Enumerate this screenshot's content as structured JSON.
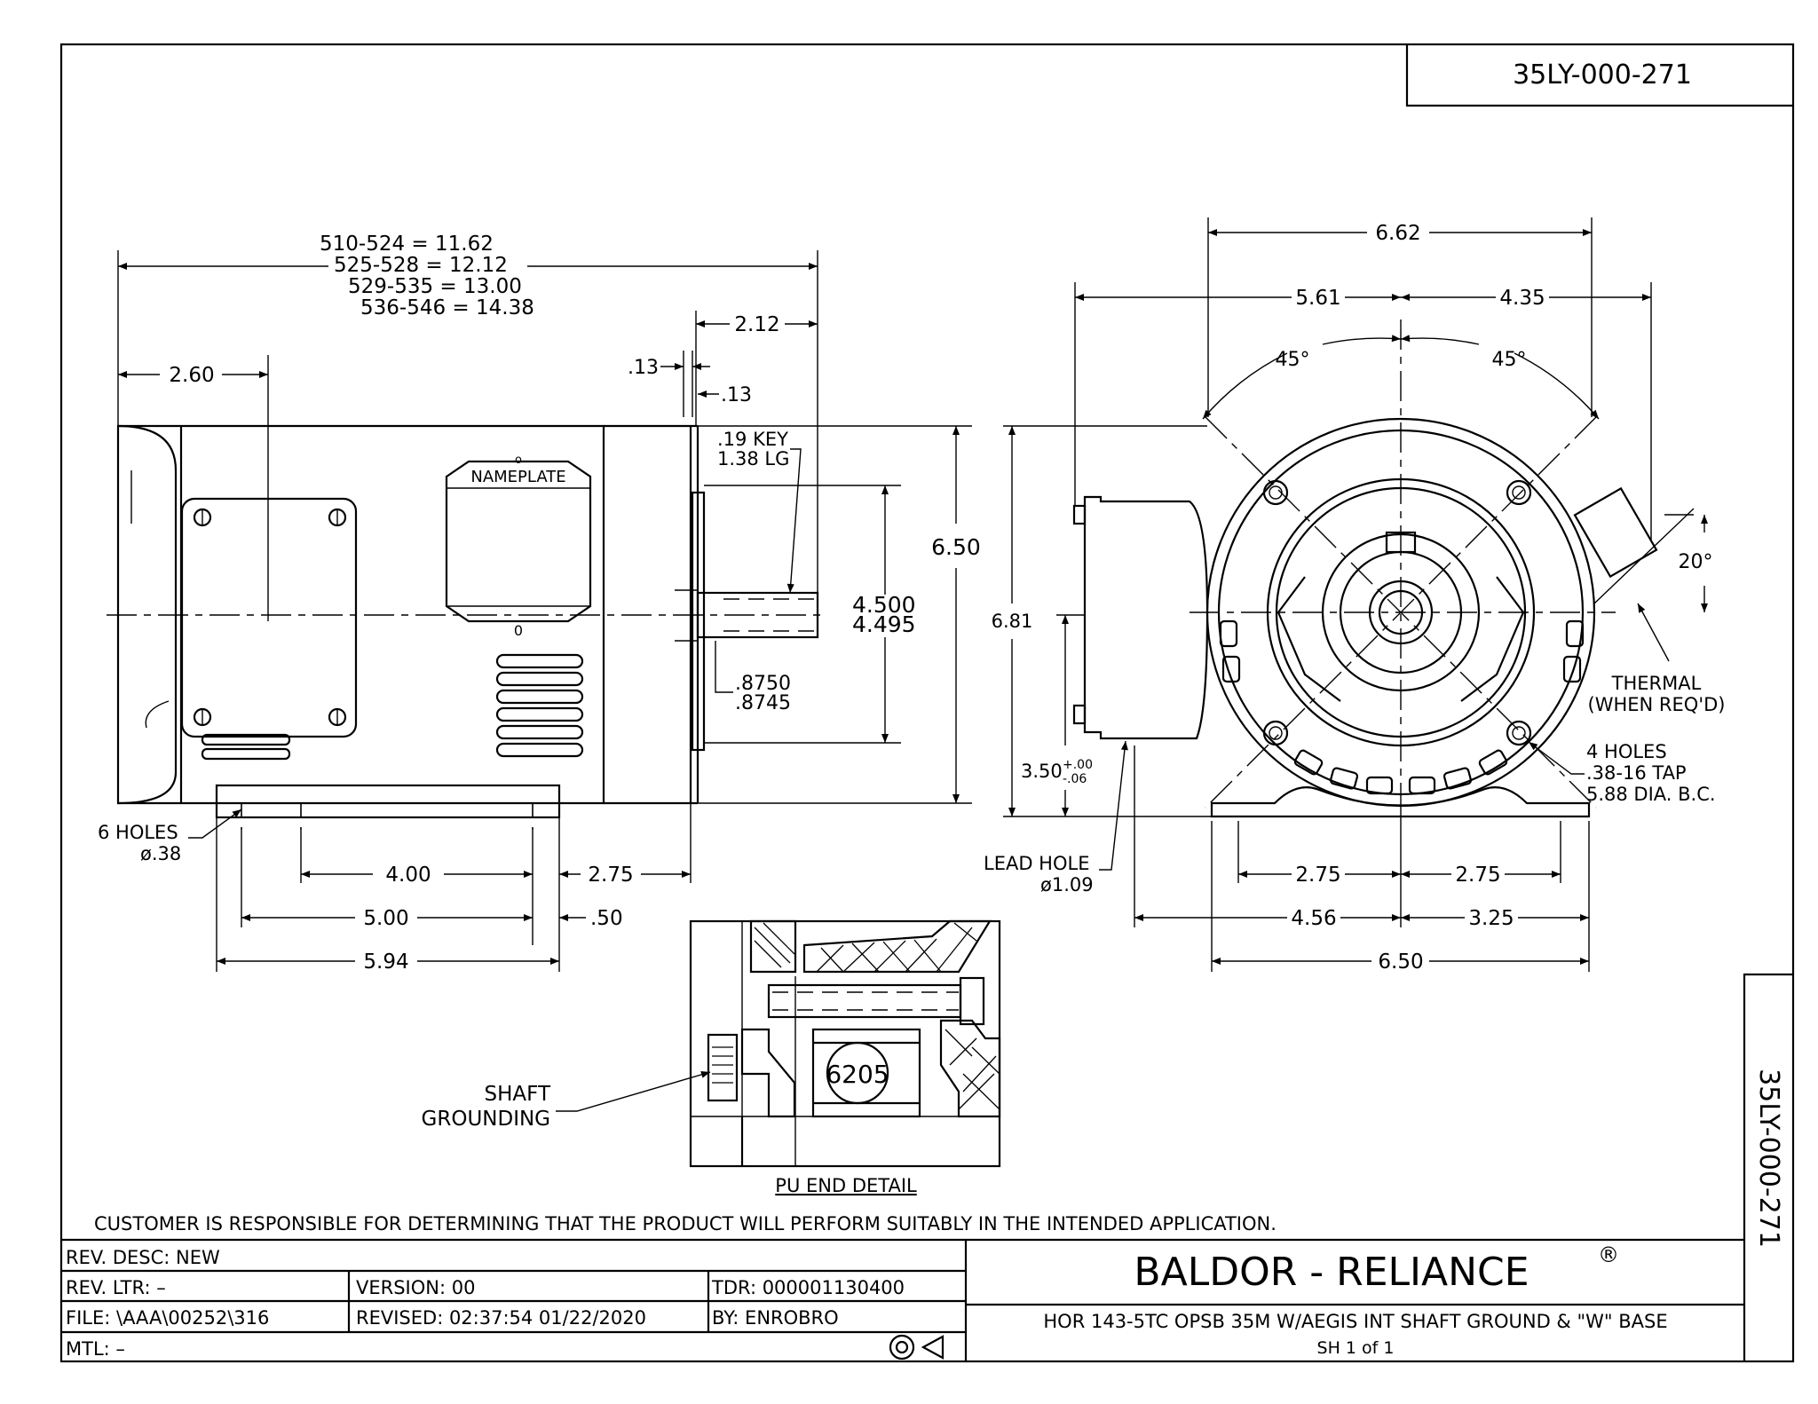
{
  "drawing_number": "35LY-000-271",
  "side_view": {
    "length_table": [
      "510-524 = 11.62",
      "525-528 = 12.12",
      "529-535 = 13.00",
      "536-546 = 14.38"
    ],
    "dim_2_12": "2.12",
    "dim_2_60": "2.60",
    "dim_13_a": ".13",
    "dim_13_b": ".13",
    "key": ".19 KEY",
    "key_length": "1.38 LG",
    "nameplate": "NAMEPLATE",
    "nameplate_o": "o",
    "nameplate_0": "0",
    "dim_6_50": "6.50",
    "pilot_max": "4.500",
    "pilot_min": "4.495",
    "shaft_max": ".8750",
    "shaft_min": ".8745",
    "holes": "6 HOLES",
    "hole_dia": "ø.38",
    "dim_4_00": "4.00",
    "dim_2_75": "2.75",
    "dim_5_00": "5.00",
    "dim_50": ".50",
    "dim_5_94": "5.94"
  },
  "end_view": {
    "dim_6_62": "6.62",
    "dim_5_61": "5.61",
    "dim_4_35": "4.35",
    "angle_left": "45°",
    "angle_right": "45°",
    "angle_20": "20°",
    "dim_6_81": "6.81",
    "dim_3_50": "3.50",
    "tol_plus": "+.00",
    "tol_minus": "-.06",
    "thermal": "THERMAL",
    "thermal_note": "(WHEN REQ'D)",
    "tap_holes": "4 HOLES",
    "tap_size": ".38-16 TAP",
    "tap_bc": "5.88 DIA. B.C.",
    "lead_hole": "LEAD HOLE",
    "lead_dia": "ø1.09",
    "dim_2_75_l": "2.75",
    "dim_2_75_r": "2.75",
    "dim_4_56": "4.56",
    "dim_3_25": "3.25",
    "dim_6_50": "6.50"
  },
  "detail": {
    "bearing": "6205",
    "title": "PU END DETAIL",
    "shaft_ground_1": "SHAFT",
    "shaft_ground_2": "GROUNDING"
  },
  "notice": "CUSTOMER IS RESPONSIBLE FOR DETERMINING THAT THE PRODUCT WILL PERFORM SUITABLY IN THE INTENDED APPLICATION.",
  "title_block": {
    "rev_desc": "REV. DESC:  NEW",
    "rev_ltr": "REV. LTR:  –",
    "version": "VERSION: 00",
    "tdr": "TDR: 000001130400",
    "file": "FILE: \\AAA\\00252\\316",
    "revised": "REVISED: 02:37:54 01/22/2020",
    "by": "BY: ENROBRO",
    "mtl": "MTL:  –",
    "company": "BALDOR - RELIANCE",
    "registered": "®",
    "description": "HOR 143-5TC OPSB 35M W/AEGIS INT SHAFT GROUND & \"W\" BASE",
    "sheet": "SH 1 of 1",
    "side_number": "35LY-000-271"
  }
}
